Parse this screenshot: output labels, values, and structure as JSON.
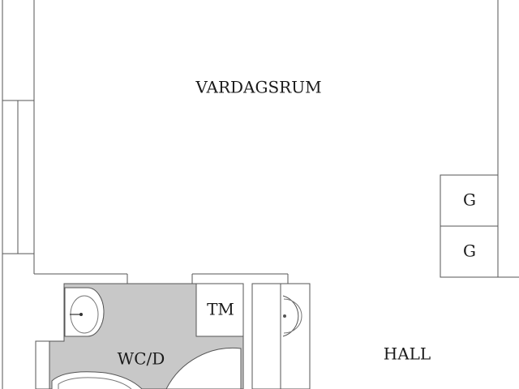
{
  "rooms": {
    "vardagsrum": "VARDAGSRUM",
    "hall": "HALL",
    "wc": "WC/D",
    "tm": "TM",
    "g_top": "G",
    "g_bottom": "G"
  },
  "colors": {
    "wc_floor": "#c8c8c8",
    "wall": "#555555",
    "background": "#ffffff"
  },
  "icons": [
    "washbasin-icon",
    "sink-icon",
    "toilet-icon",
    "shower-door-icon"
  ]
}
